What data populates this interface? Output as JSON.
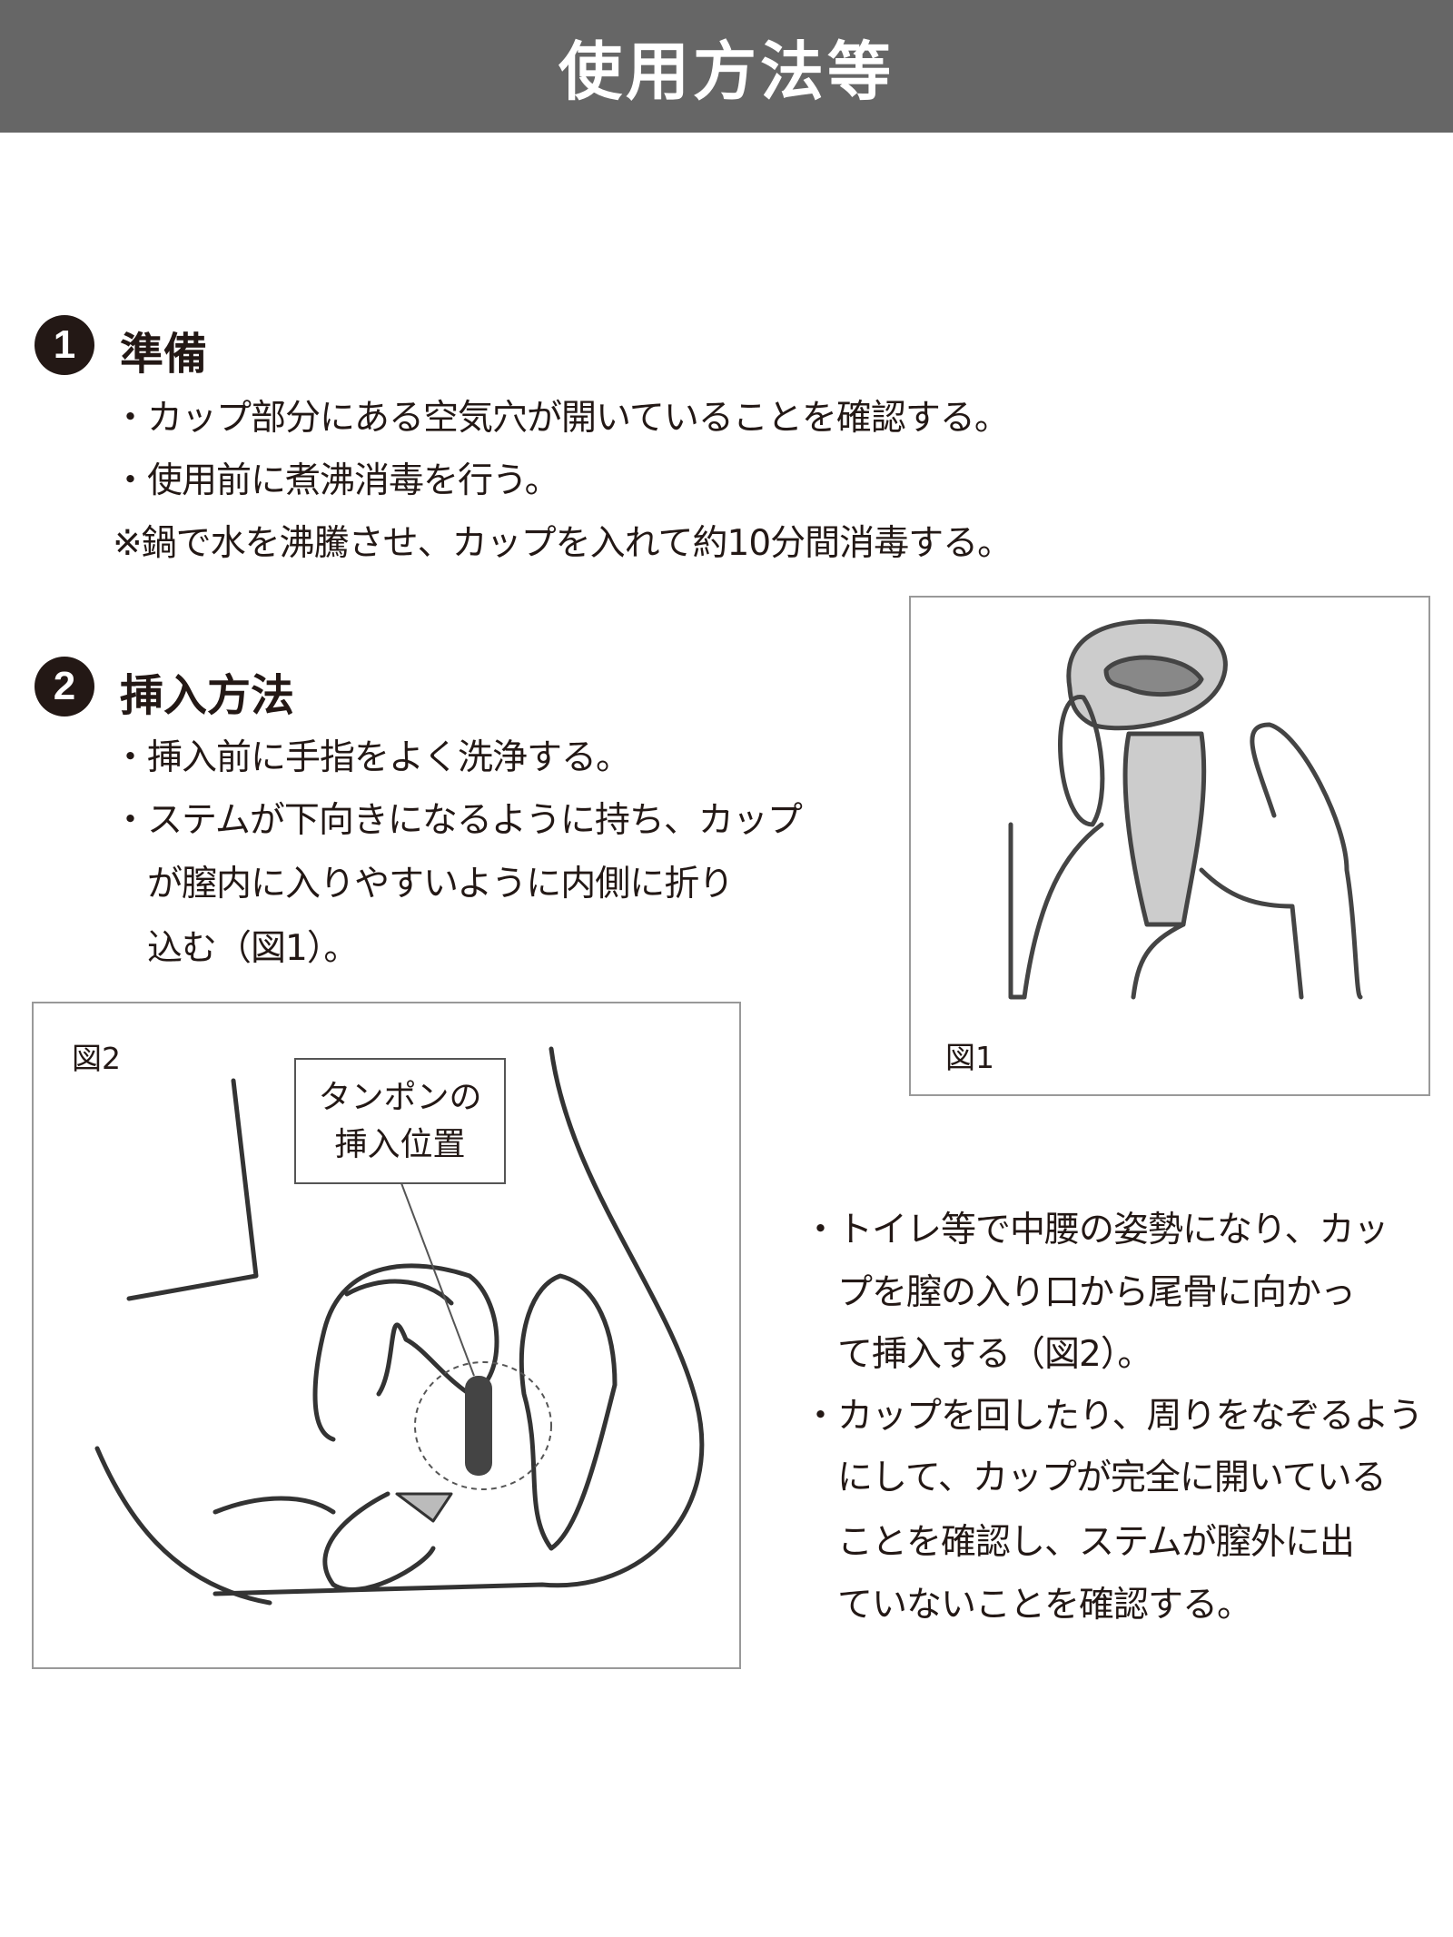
{
  "header": {
    "title": "使用方法等"
  },
  "sections": [
    {
      "number": "1",
      "title": "準備",
      "lines": [
        "・カップ部分にある空気穴が開いていることを確認する。",
        "・使用前に煮沸消毒を行う。",
        "※鍋で水を沸騰させ、カップを入れて約10分間消毒する。"
      ]
    },
    {
      "number": "2",
      "title": "挿入方法",
      "lines": [
        "・挿入前に手指をよく洗浄する。",
        "・ステムが下向きになるように持ち、カップ",
        "　が膣内に入りやすいように内側に折り",
        "　込む（図1）。"
      ]
    }
  ],
  "figure1": {
    "label": "図1"
  },
  "figure2": {
    "label": "図2",
    "tampon_label": [
      "タンポンの",
      "挿入位置"
    ]
  },
  "right_text": [
    "・トイレ等で中腰の姿勢になり、カッ",
    "　プを膣の入り口から尾骨に向かっ",
    "　て挿入する（図2）。",
    "・カップを回したり、周りをなぞるよう",
    "　にして、カップが完全に開いている",
    "　ことを確認し、ステムが膣外に出",
    "　ていないことを確認する。"
  ]
}
